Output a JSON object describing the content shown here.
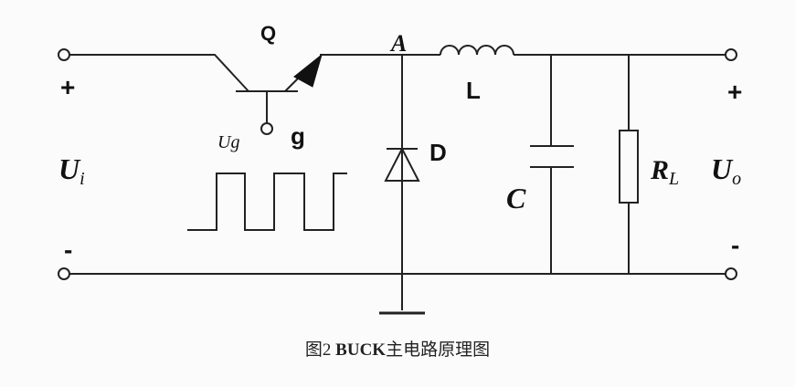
{
  "labels": {
    "transistor": "Q",
    "node": "A",
    "inductor": "L",
    "diode": "D",
    "gate_voltage": "Ug",
    "gate": "g",
    "input_voltage": "U",
    "input_sub": "i",
    "capacitor": "C",
    "load": "R",
    "load_sub": "L",
    "output_voltage": "U",
    "output_sub": "o",
    "plus": "+",
    "minus": "-"
  },
  "caption": {
    "prefix": "图2 ",
    "name": "BUCK",
    "suffix": "主电路原理图"
  }
}
